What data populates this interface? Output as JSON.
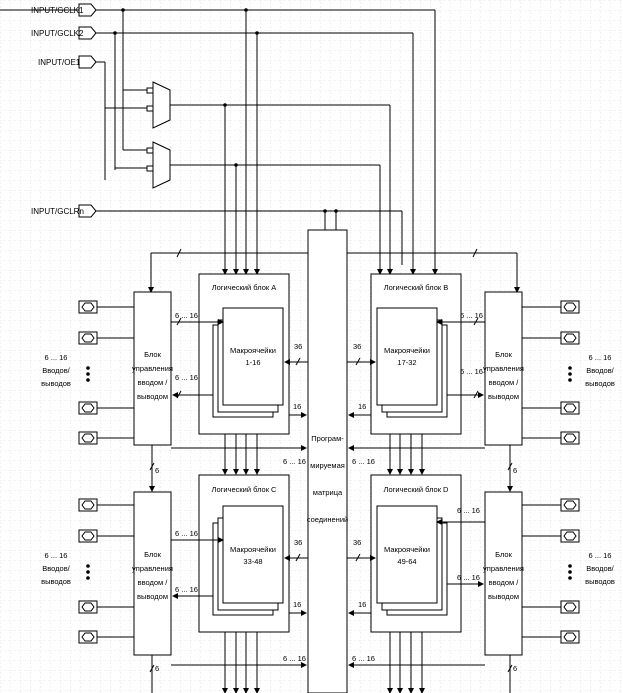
{
  "inputs": {
    "gclk1": "INPUT/GCLK1",
    "gclk2": "INPUT/GCLK2",
    "oe1": "INPUT/OE1",
    "gclrn": "INPUT/GCLRn"
  },
  "matrix": {
    "line1": "Програм-",
    "line2": "мируемая",
    "line3": "матрица",
    "line4": "соединений"
  },
  "io_block": {
    "line1": "Блок",
    "line2": "управления",
    "line3": "вводом /",
    "line4": "выводом"
  },
  "io_pins": {
    "count": "6 ... 16",
    "line2": "Вводов/",
    "line3": "выводов"
  },
  "logic_blocks": [
    {
      "title": "Логический блок A",
      "cells_label": "Макроячейки",
      "cells_range": "1-16"
    },
    {
      "title": "Логический блок B",
      "cells_label": "Макроячейки",
      "cells_range": "17-32"
    },
    {
      "title": "Логический блок C",
      "cells_label": "Макроячейки",
      "cells_range": "33-48"
    },
    {
      "title": "Логический блок D",
      "cells_label": "Макроячейки",
      "cells_range": "49-64"
    }
  ],
  "bus_labels": {
    "range": "6 ... 16",
    "wide": "36",
    "sixteen": "16",
    "six": "6"
  },
  "colors": {
    "grid": "#c8c8c8",
    "line": "#000000",
    "background": "#ffffff"
  }
}
